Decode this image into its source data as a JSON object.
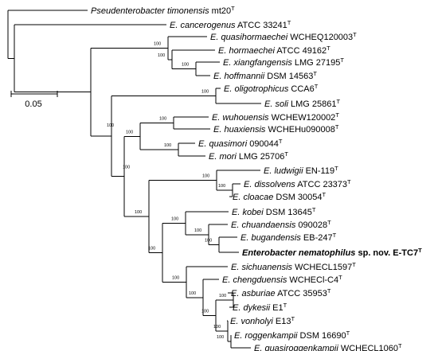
{
  "tree": {
    "taxa": [
      {
        "id": "pt",
        "genus": "Pseudenterobacter",
        "species": "timonensis",
        "strain": "mt20",
        "sup": "T"
      },
      {
        "id": "can",
        "genus": "E.",
        "species": "cancerogenus",
        "strain": "ATCC 33241",
        "sup": "T"
      },
      {
        "id": "qh",
        "genus": "E.",
        "species": "quasihormaechei",
        "strain": "WCHEQ120003",
        "sup": "T"
      },
      {
        "id": "hor",
        "genus": "E.",
        "species": "hormaechei",
        "strain": "ATCC 49162",
        "sup": "T"
      },
      {
        "id": "xia",
        "genus": "E.",
        "species": "xiangfangensis",
        "strain": "LMG 27195",
        "sup": "T"
      },
      {
        "id": "hof",
        "genus": "E.",
        "species": "hoffmannii",
        "strain": "DSM 14563",
        "sup": "T"
      },
      {
        "id": "oli",
        "genus": "E.",
        "species": "oligotrophicus",
        "strain": "CCA6",
        "sup": "T"
      },
      {
        "id": "soli",
        "genus": "E.",
        "species": "soli",
        "strain": "LMG 25861",
        "sup": "T"
      },
      {
        "id": "wuh",
        "genus": "E.",
        "species": "wuhouensis",
        "strain": "WCHEW120002",
        "sup": "T"
      },
      {
        "id": "hua",
        "genus": "E.",
        "species": "huaxiensis",
        "strain": "WCHEHu090008",
        "sup": "T"
      },
      {
        "id": "qm",
        "genus": "E.",
        "species": "quasimori",
        "strain": "090044",
        "sup": "T"
      },
      {
        "id": "mori",
        "genus": "E.",
        "species": "mori",
        "strain": "LMG 25706",
        "sup": "T"
      },
      {
        "id": "lud",
        "genus": "E.",
        "species": "ludwigii",
        "strain": "EN-119",
        "sup": "T"
      },
      {
        "id": "dis",
        "genus": "E.",
        "species": "dissolvens",
        "strain": "ATCC 23373",
        "sup": "T"
      },
      {
        "id": "clo",
        "genus": "E.",
        "species": "cloacae",
        "strain": "DSM 30054",
        "sup": "T"
      },
      {
        "id": "kob",
        "genus": "E.",
        "species": "kobei",
        "strain": "DSM 13645",
        "sup": "T"
      },
      {
        "id": "chu",
        "genus": "E.",
        "species": "chuandaensis",
        "strain": "090028",
        "sup": "T"
      },
      {
        "id": "bug",
        "genus": "E.",
        "species": "bugandensis",
        "strain": "EB-247",
        "sup": "T"
      },
      {
        "id": "nem",
        "genus": "Enterobacter",
        "species": "nematophilus",
        "strain": "sp. nov. E-TC7",
        "sup": "T",
        "bold": true
      },
      {
        "id": "sic",
        "genus": "E.",
        "species": "sichuanensis",
        "strain": "WCHECL1597",
        "sup": "T"
      },
      {
        "id": "che",
        "genus": "E.",
        "species": "chengduensis",
        "strain": "WCHECl-C4",
        "sup": "T"
      },
      {
        "id": "asb",
        "genus": "E.",
        "species": "asburiae",
        "strain": "ATCC 35953",
        "sup": "T"
      },
      {
        "id": "dyk",
        "genus": "E.",
        "species": "dykesii",
        "strain": "E1",
        "sup": "T"
      },
      {
        "id": "von",
        "genus": "E.",
        "species": "vonholyi",
        "strain": "E13",
        "sup": "T"
      },
      {
        "id": "rog",
        "genus": "E.",
        "species": "roggenkampii",
        "strain": "DSM 16690",
        "sup": "T"
      },
      {
        "id": "qr",
        "genus": "E.",
        "species": "quasiroggenkampii",
        "strain": "WCHECL1060",
        "sup": "T"
      }
    ],
    "bootstrap": [
      "100",
      "100",
      "100",
      "100",
      "100",
      "100",
      "100",
      "100",
      "100",
      "100",
      "100",
      "100",
      "100",
      "100",
      "100",
      "100",
      "100",
      "100",
      "100",
      "100",
      "100",
      "100"
    ],
    "scale_bar": {
      "value": 0.05,
      "label": "0.05"
    }
  }
}
